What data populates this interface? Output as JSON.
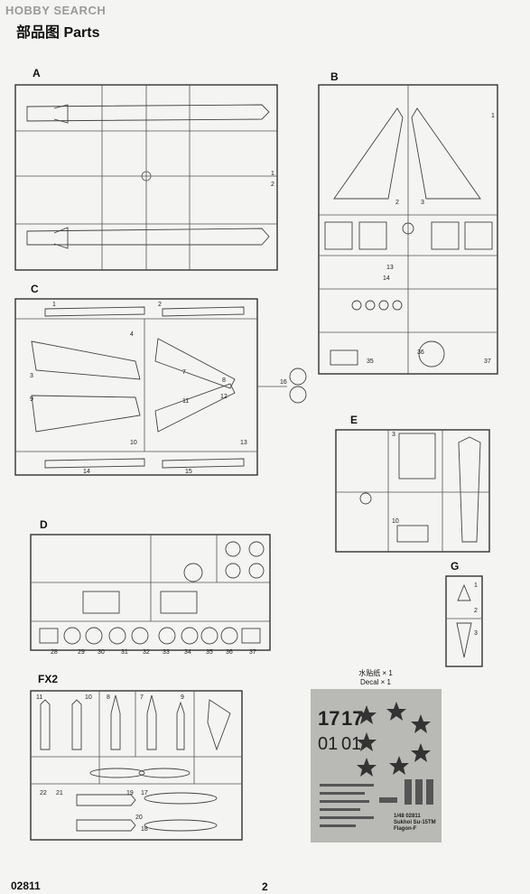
{
  "watermark": "HOBBY SEARCH",
  "title": "部品图  Parts",
  "sprues": {
    "a": "A",
    "b": "B",
    "c": "C",
    "d": "D",
    "e": "E",
    "fx2": "FX2",
    "g": "G"
  },
  "decal": {
    "label_cn": "水贴纸 × 1",
    "label_en": "Decal × 1",
    "codes": [
      "17",
      "17",
      "01",
      "01"
    ],
    "caption": [
      "1/48 02811",
      "Sukhoi Su-15TM",
      "Flagon-F"
    ]
  },
  "footer": {
    "code": "02811",
    "page": "2"
  }
}
